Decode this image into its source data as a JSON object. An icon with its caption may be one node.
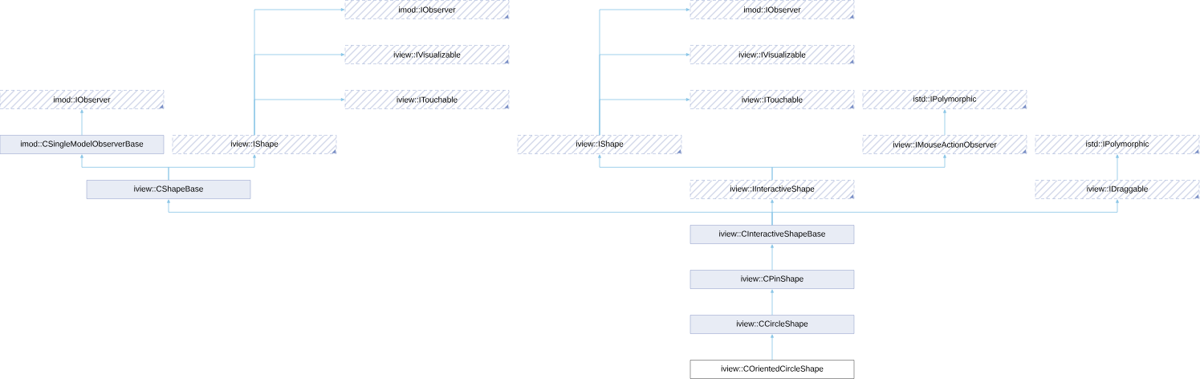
{
  "diagram": {
    "nodes": [
      {
        "text": [
          "imod::IObserver"
        ]
      },
      {
        "text": [
          "imod::IObserver"
        ]
      },
      {
        "text": [
          "iview::IVisualizable"
        ]
      },
      {
        "text": [
          "iview::IVisualizable"
        ]
      },
      {
        "text": [
          "imod::IObserver"
        ]
      },
      {
        "text": [
          "iview::ITouchable"
        ]
      },
      {
        "text": [
          "iview::ITouchable"
        ]
      },
      {
        "text": [
          "istd::IPolymorphic"
        ]
      },
      {
        "text": [
          "imod::CSingleModelObserverBase"
        ]
      },
      {
        "text": [
          "iview::IShape"
        ]
      },
      {
        "text": [
          "iview::IShape"
        ]
      },
      {
        "text": [
          "iview::IMouseActionObserver"
        ]
      },
      {
        "text": [
          "istd::IPolymorphic"
        ]
      },
      {
        "text": [
          "iview::CShapeBase"
        ]
      },
      {
        "text": [
          "iview::IInteractiveShape"
        ]
      },
      {
        "text": [
          "iview::IDraggable"
        ]
      },
      {
        "text": [
          "iview::CInteractiveShapeBase"
        ]
      },
      {
        "text": [
          "iview::CPinShape"
        ]
      },
      {
        "text": [
          "iview::CCircleShape"
        ]
      },
      {
        "text": [
          "iview::COrientedCircleShape"
        ]
      }
    ],
    "edges": [
      {
        "from": 8,
        "to": 4,
        "arrow": "to"
      },
      {
        "from": 9,
        "to": 0,
        "arrow": "to"
      },
      {
        "from": 9,
        "to": 2,
        "arrow": "to"
      },
      {
        "from": 9,
        "to": 5,
        "arrow": "to"
      },
      {
        "from": 10,
        "to": 1,
        "arrow": "to"
      },
      {
        "from": 10,
        "to": 3,
        "arrow": "to"
      },
      {
        "from": 10,
        "to": 6,
        "arrow": "to"
      },
      {
        "from": 11,
        "to": 7,
        "arrow": "to"
      },
      {
        "from": 13,
        "to": 8,
        "arrow": "to"
      },
      {
        "from": 13,
        "to": 9,
        "arrow": "to"
      },
      {
        "from": 14,
        "to": 10,
        "arrow": "to"
      },
      {
        "from": 14,
        "to": 11,
        "arrow": "to"
      },
      {
        "from": 15,
        "to": 12,
        "arrow": "to"
      },
      {
        "from": 16,
        "to": 13,
        "arrow": "to"
      },
      {
        "from": 16,
        "to": 14,
        "arrow": "to"
      },
      {
        "from": 16,
        "to": 15,
        "arrow": "to"
      },
      {
        "from": 17,
        "to": 16,
        "arrow": "to"
      },
      {
        "from": 18,
        "to": 17,
        "arrow": "to"
      },
      {
        "from": 19,
        "to": 18,
        "arrow": "to"
      }
    ]
  }
}
